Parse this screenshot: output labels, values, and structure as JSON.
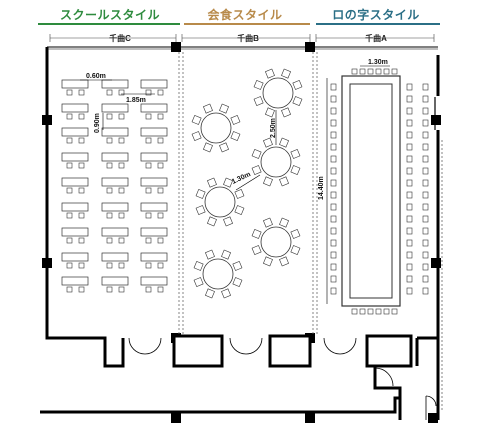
{
  "titles": [
    {
      "label": "スクールスタイル",
      "color": "#2e8b3e"
    },
    {
      "label": "会食スタイル",
      "color": "#b88a4a"
    },
    {
      "label": "ロの字スタイル",
      "color": "#2b6f86"
    }
  ],
  "halls": [
    "千曲C",
    "千曲B",
    "千曲A"
  ],
  "dimensions": {
    "school_table_width": "0.60m",
    "school_row_gap": "1.85m",
    "school_aisle": "0.90m",
    "banquet_vertical": "2.50m",
    "banquet_diagonal": "1.30m",
    "u_shape_gap": "1.30m",
    "u_shape_length": "14.40m"
  }
}
